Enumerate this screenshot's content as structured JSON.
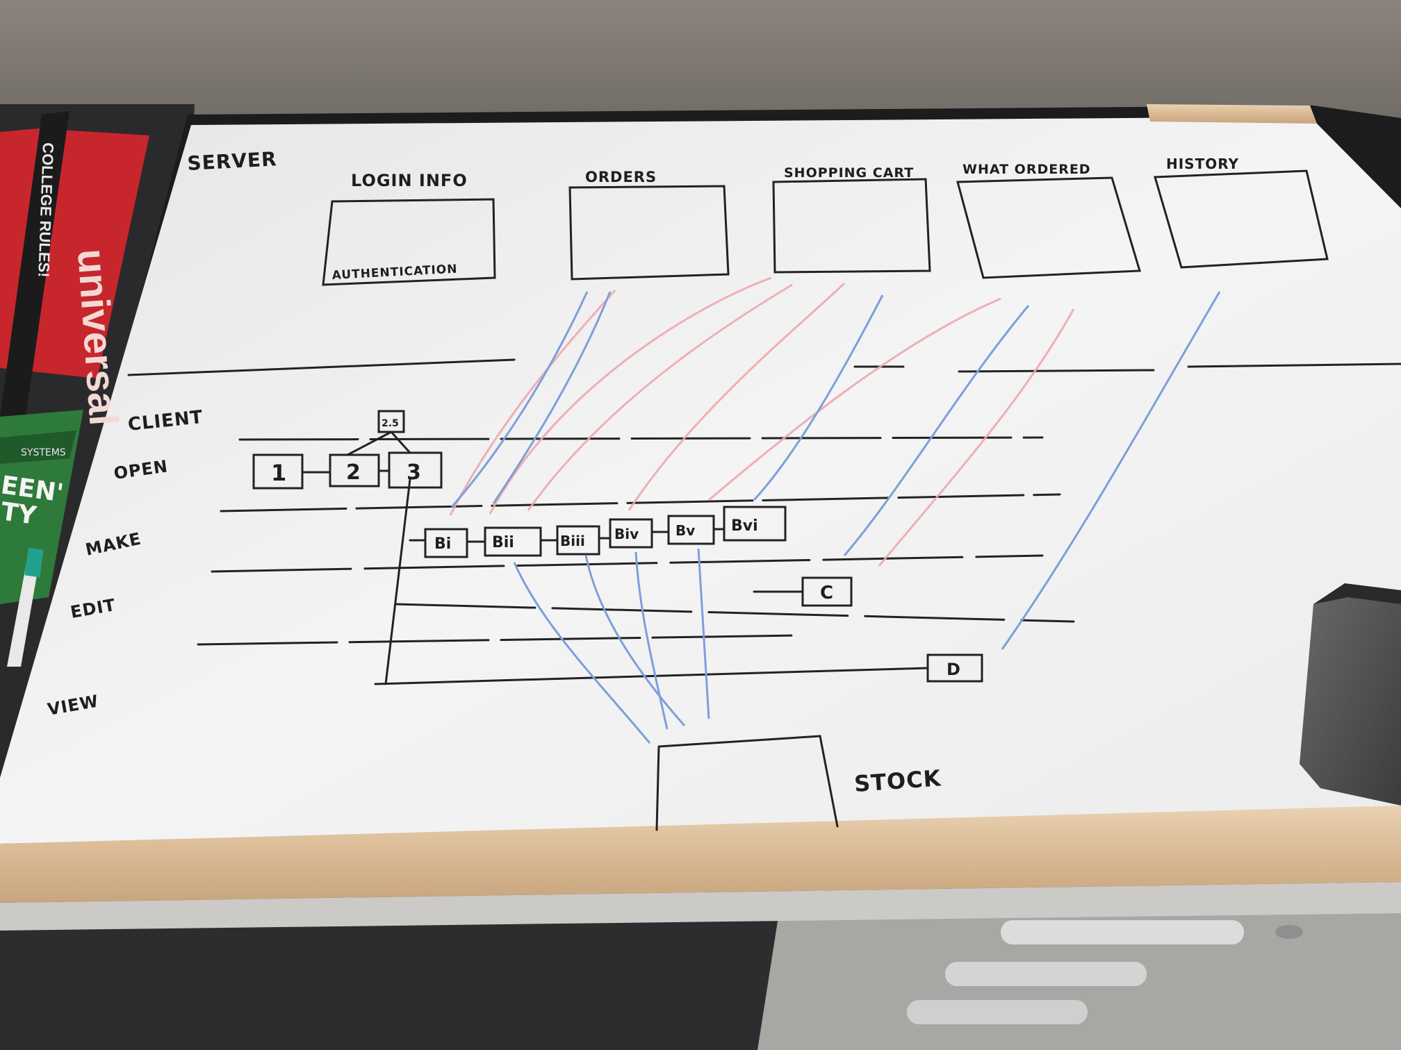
{
  "whiteboard": {
    "server_label": "SERVER",
    "client_label": "CLIENT",
    "server_boxes": [
      {
        "title": "LOGIN INFO",
        "sublabel": "AUTHENTICATION"
      },
      {
        "title": "ORDERS"
      },
      {
        "title": "SHOPPING CART"
      },
      {
        "title": "WHAT ORDERED"
      },
      {
        "title": "HISTORY"
      }
    ],
    "lanes": [
      "OPEN",
      "MAKE",
      "EDIT",
      "VIEW"
    ],
    "open_steps": [
      "1",
      "2",
      "3",
      "2.5"
    ],
    "make_steps": [
      "Bi",
      "Bii",
      "Biii",
      "Biv",
      "Bv",
      "Bvi"
    ],
    "edit_step": "C",
    "view_step": "D",
    "stock_label": "STOCK"
  },
  "desk_items": {
    "notebook_brand": "universal",
    "ruler_text": "COLLEGE RULES!",
    "cards_text": [
      "EEN'",
      "TY"
    ],
    "binder_text": "SYSTEMS"
  }
}
